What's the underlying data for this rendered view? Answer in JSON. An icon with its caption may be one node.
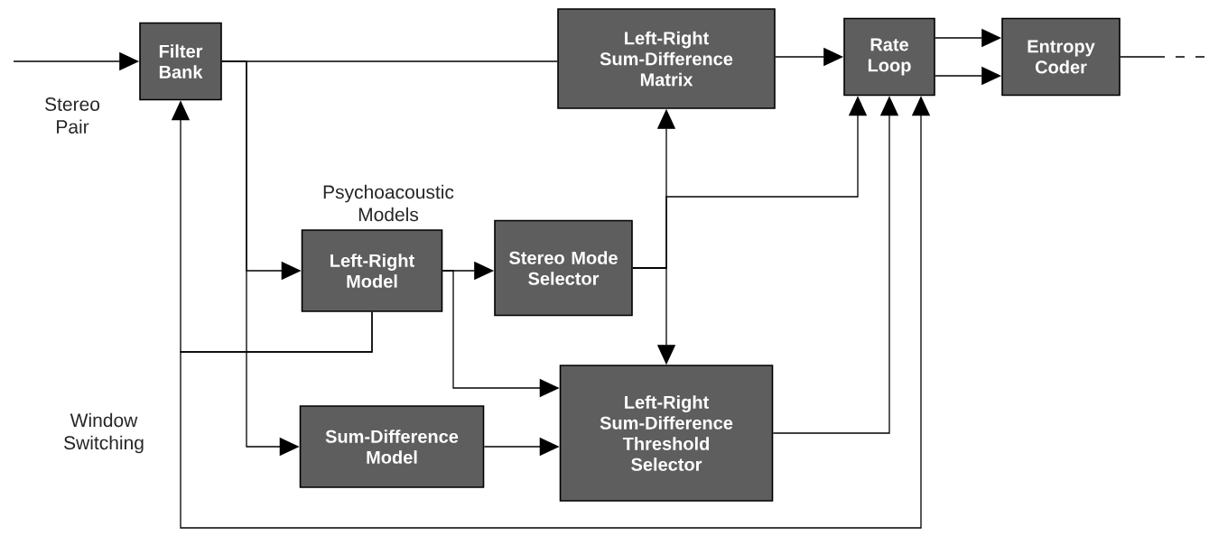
{
  "diagram": {
    "nodes": [
      {
        "text": [
          "Filter Bank"
        ]
      },
      {
        "text": [
          "Left-Right Sum-Difference Matrix"
        ]
      },
      {
        "text": [
          "Rate Loop"
        ]
      },
      {
        "text": [
          "Entropy Coder"
        ]
      },
      {
        "text": [
          "Left-Right Model"
        ]
      },
      {
        "text": [
          "Stereo Mode Selector"
        ]
      },
      {
        "text": [
          "Sum-Difference Model"
        ]
      },
      {
        "text": [
          "Left-Right Sum-Difference Threshold Selector"
        ]
      }
    ],
    "edges": [
      {
        "from": null,
        "to": 0,
        "arrow": "to"
      },
      {
        "from": 0,
        "to": 1,
        "arrow": "none"
      },
      {
        "from": 0,
        "to": 4,
        "arrow": "to"
      },
      {
        "from": 0,
        "to": 6,
        "arrow": "to"
      },
      {
        "from": 1,
        "to": 2,
        "arrow": "to"
      },
      {
        "from": 2,
        "to": 3,
        "arrow": "to"
      },
      {
        "from": 2,
        "to": 3,
        "arrow": "to"
      },
      {
        "from": 3,
        "to": null,
        "arrow": "none"
      },
      {
        "from": 4,
        "to": 5,
        "arrow": "to"
      },
      {
        "from": 4,
        "to": 7,
        "arrow": "to"
      },
      {
        "from": 4,
        "to": 0,
        "arrow": "to"
      },
      {
        "from": 4,
        "to": 2,
        "arrow": "to"
      },
      {
        "from": 5,
        "to": 1,
        "arrow": "to"
      },
      {
        "from": 5,
        "to": 7,
        "arrow": "to"
      },
      {
        "from": 5,
        "to": 2,
        "arrow": "to"
      },
      {
        "from": 6,
        "to": 7,
        "arrow": "to"
      },
      {
        "from": 7,
        "to": 2,
        "arrow": "to"
      }
    ],
    "labels": [
      "Stereo Pair",
      "Psychoacoustic Models",
      "Window Switching"
    ]
  }
}
